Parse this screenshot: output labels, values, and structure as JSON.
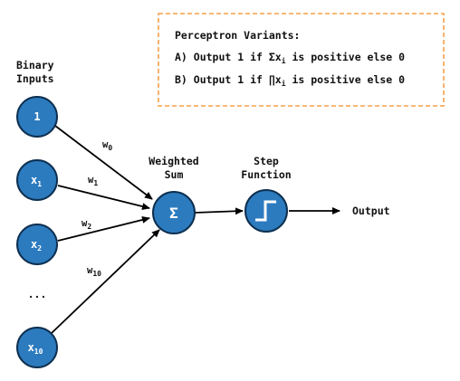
{
  "colors": {
    "node_fill": "#2c7bbf",
    "node_stroke": "#0d2f4f",
    "box_border": "#f5a04a",
    "line": "#000000"
  },
  "variants": {
    "title": "Perceptron Variants:",
    "a": "A) Output 1 if Σx",
    "a_sub": "i",
    "a_rest": " is positive else 0",
    "b": "B) Output 1 if ∏x",
    "b_sub": "i",
    "b_rest": " is positive else 0"
  },
  "inputs_label": [
    "Binary",
    "Inputs"
  ],
  "nodes": {
    "bias": "1",
    "x1": "x",
    "x1_sub": "1",
    "x2": "x",
    "x2_sub": "2",
    "ellipsis": "...",
    "x10": "x",
    "x10_sub": "10",
    "sum_symbol": "Σ"
  },
  "weights": {
    "w0": "w",
    "w0_sub": "0",
    "w1": "w",
    "w1_sub": "1",
    "w2": "w",
    "w2_sub": "2",
    "w10": "w",
    "w10_sub": "10"
  },
  "sum_label": [
    "Weighted",
    "Sum"
  ],
  "step_label": [
    "Step",
    "Function"
  ],
  "output_label": "Output",
  "step_icon": "step-function-icon"
}
